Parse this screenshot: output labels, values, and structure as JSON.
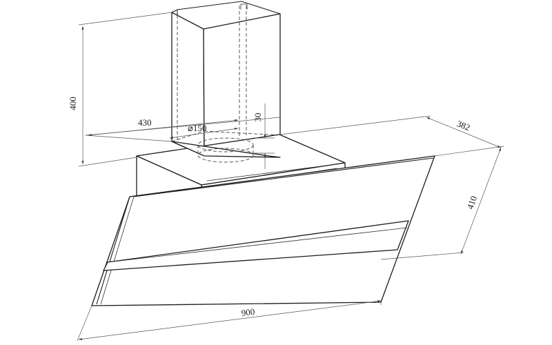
{
  "dimensions": {
    "chimney_height": "400",
    "chimney_width": "430",
    "duct_diameter": "⌀150",
    "outlet_offset": "30",
    "depth": "382",
    "panel_height": "410",
    "width": "900"
  },
  "colors": {
    "line": "#1a1a1a",
    "dimension_line": "#555555",
    "background": "#ffffff"
  }
}
